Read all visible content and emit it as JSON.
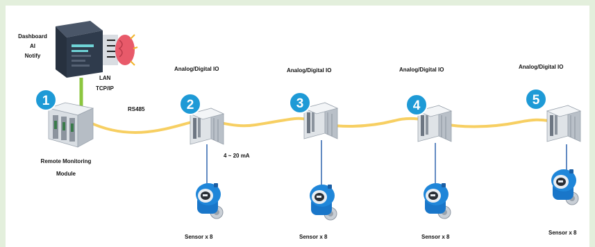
{
  "server": {
    "lines": [
      "Dashboard",
      "AI",
      "Notify"
    ]
  },
  "network": {
    "lan": "LAN",
    "tcp": "TCP/IP",
    "bus": "RS485",
    "signal": "4 ~ 20 mA"
  },
  "module": {
    "lines": [
      "Remote Monitoring",
      "Module"
    ]
  },
  "nodes": [
    {
      "number": "1"
    },
    {
      "number": "2",
      "io_label": "Analog/Digital IO",
      "sensor_label": "Sensor x 8"
    },
    {
      "number": "3",
      "io_label": "Analog/Digital IO",
      "sensor_label": "Sensor x 8"
    },
    {
      "number": "4",
      "io_label": "Analog/Digital IO",
      "sensor_label": "Sensor x 8"
    },
    {
      "number": "5",
      "io_label": "Analog/Digital IO",
      "sensor_label": "Sensor x 8"
    }
  ],
  "colors": {
    "badge": "#1e9ad6",
    "bus_cable": "#f7cf62",
    "lan_cable": "#8cc63f",
    "sensor_wire": "#2d62ad",
    "sensor_body": "#1976c9",
    "server": "#2f3b4c",
    "brain": "#e85a6a"
  }
}
